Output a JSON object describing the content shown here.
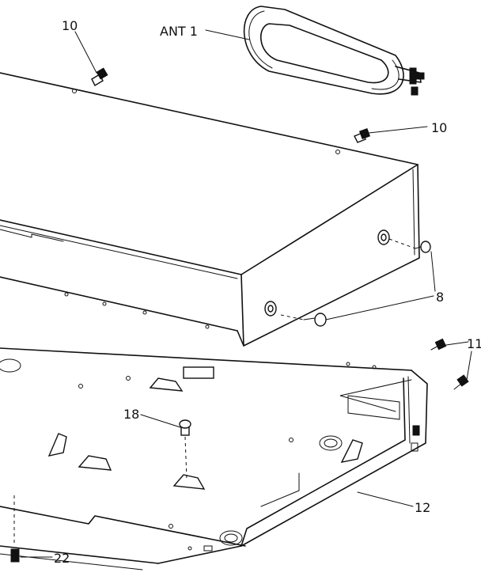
{
  "callouts": {
    "ant": "ANT 1",
    "screw_top_left": "10",
    "screw_top_right": "10",
    "screw_side": "8",
    "screw_back": "11",
    "screw_bottom": "18",
    "chassis": "12",
    "screw_front": "22"
  },
  "colors": {
    "line": "#111111",
    "background": "#ffffff"
  }
}
